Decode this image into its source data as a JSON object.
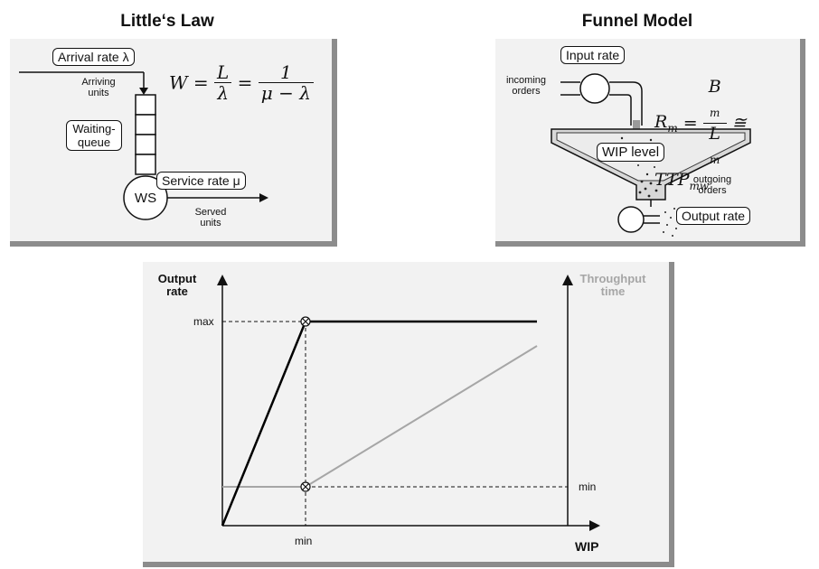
{
  "littles_law": {
    "title": "Little‘s Law",
    "arrival_box": "Arrival rate λ",
    "arriving_units": "Arriving units",
    "waiting_queue": "Waiting-queue",
    "service_box": "Service rate μ",
    "ws": "WS",
    "served_units": "Served units",
    "formula": {
      "lhs": "W =",
      "frac1_num": "L",
      "frac1_den": "λ",
      "eq": "=",
      "frac2_num": "1",
      "frac2_den": "μ − λ"
    }
  },
  "funnel_model": {
    "title": "Funnel Model",
    "input_box": "Input rate",
    "incoming_orders": "incoming orders",
    "wip_box": "WIP level",
    "outgoing_orders": "outgoing orders",
    "output_box": "Output rate",
    "formula": {
      "lhs": "R",
      "lhs_sub": "m",
      "eq": "=",
      "num": "B",
      "num_sub": "m",
      "den": "L",
      "den_sub": "m",
      "approx": "≅ TTP",
      "approx_sub": "mw"
    }
  },
  "chart": {
    "y_left_label": "Output rate",
    "y_right_label": "Throughput time",
    "x_label": "WIP",
    "max_label": "max",
    "min_x_label": "min",
    "min_right_label": "min",
    "colors": {
      "output_curve": "#000000",
      "throughput_curve": "#a6a6a6"
    }
  }
}
